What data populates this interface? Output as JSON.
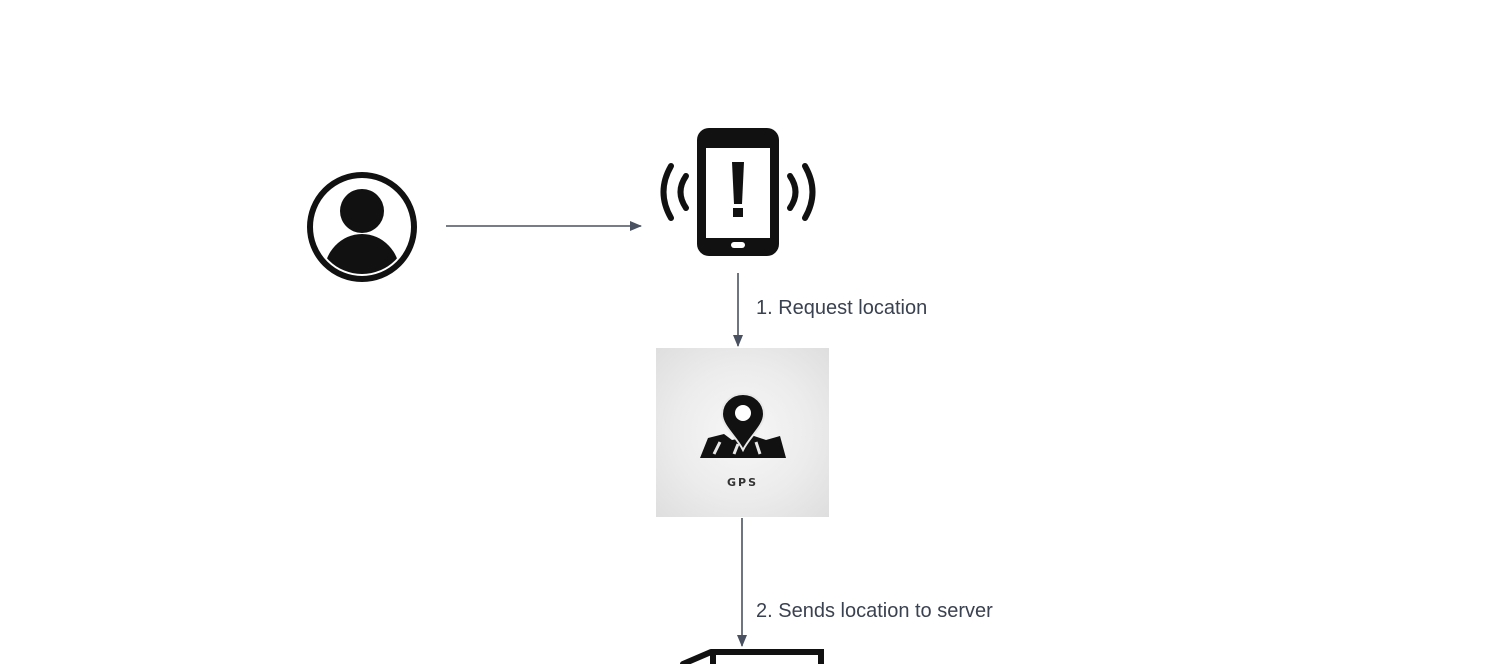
{
  "diagram": {
    "nodes": [
      {
        "id": "user",
        "icon": "user-avatar-icon"
      },
      {
        "id": "phone",
        "icon": "smartphone-alert-icon"
      },
      {
        "id": "gps",
        "icon": "map-pin-icon",
        "label": "GPS"
      },
      {
        "id": "server",
        "icon": "server-icon"
      }
    ],
    "edges": [
      {
        "from": "user",
        "to": "phone",
        "label": ""
      },
      {
        "from": "phone",
        "to": "gps",
        "label": "1.  Request location"
      },
      {
        "from": "gps",
        "to": "server",
        "label": "2. Sends location to server"
      }
    ],
    "colors": {
      "edge": "#4a5160",
      "label_text": "#3a4150",
      "icon": "#111111"
    }
  }
}
